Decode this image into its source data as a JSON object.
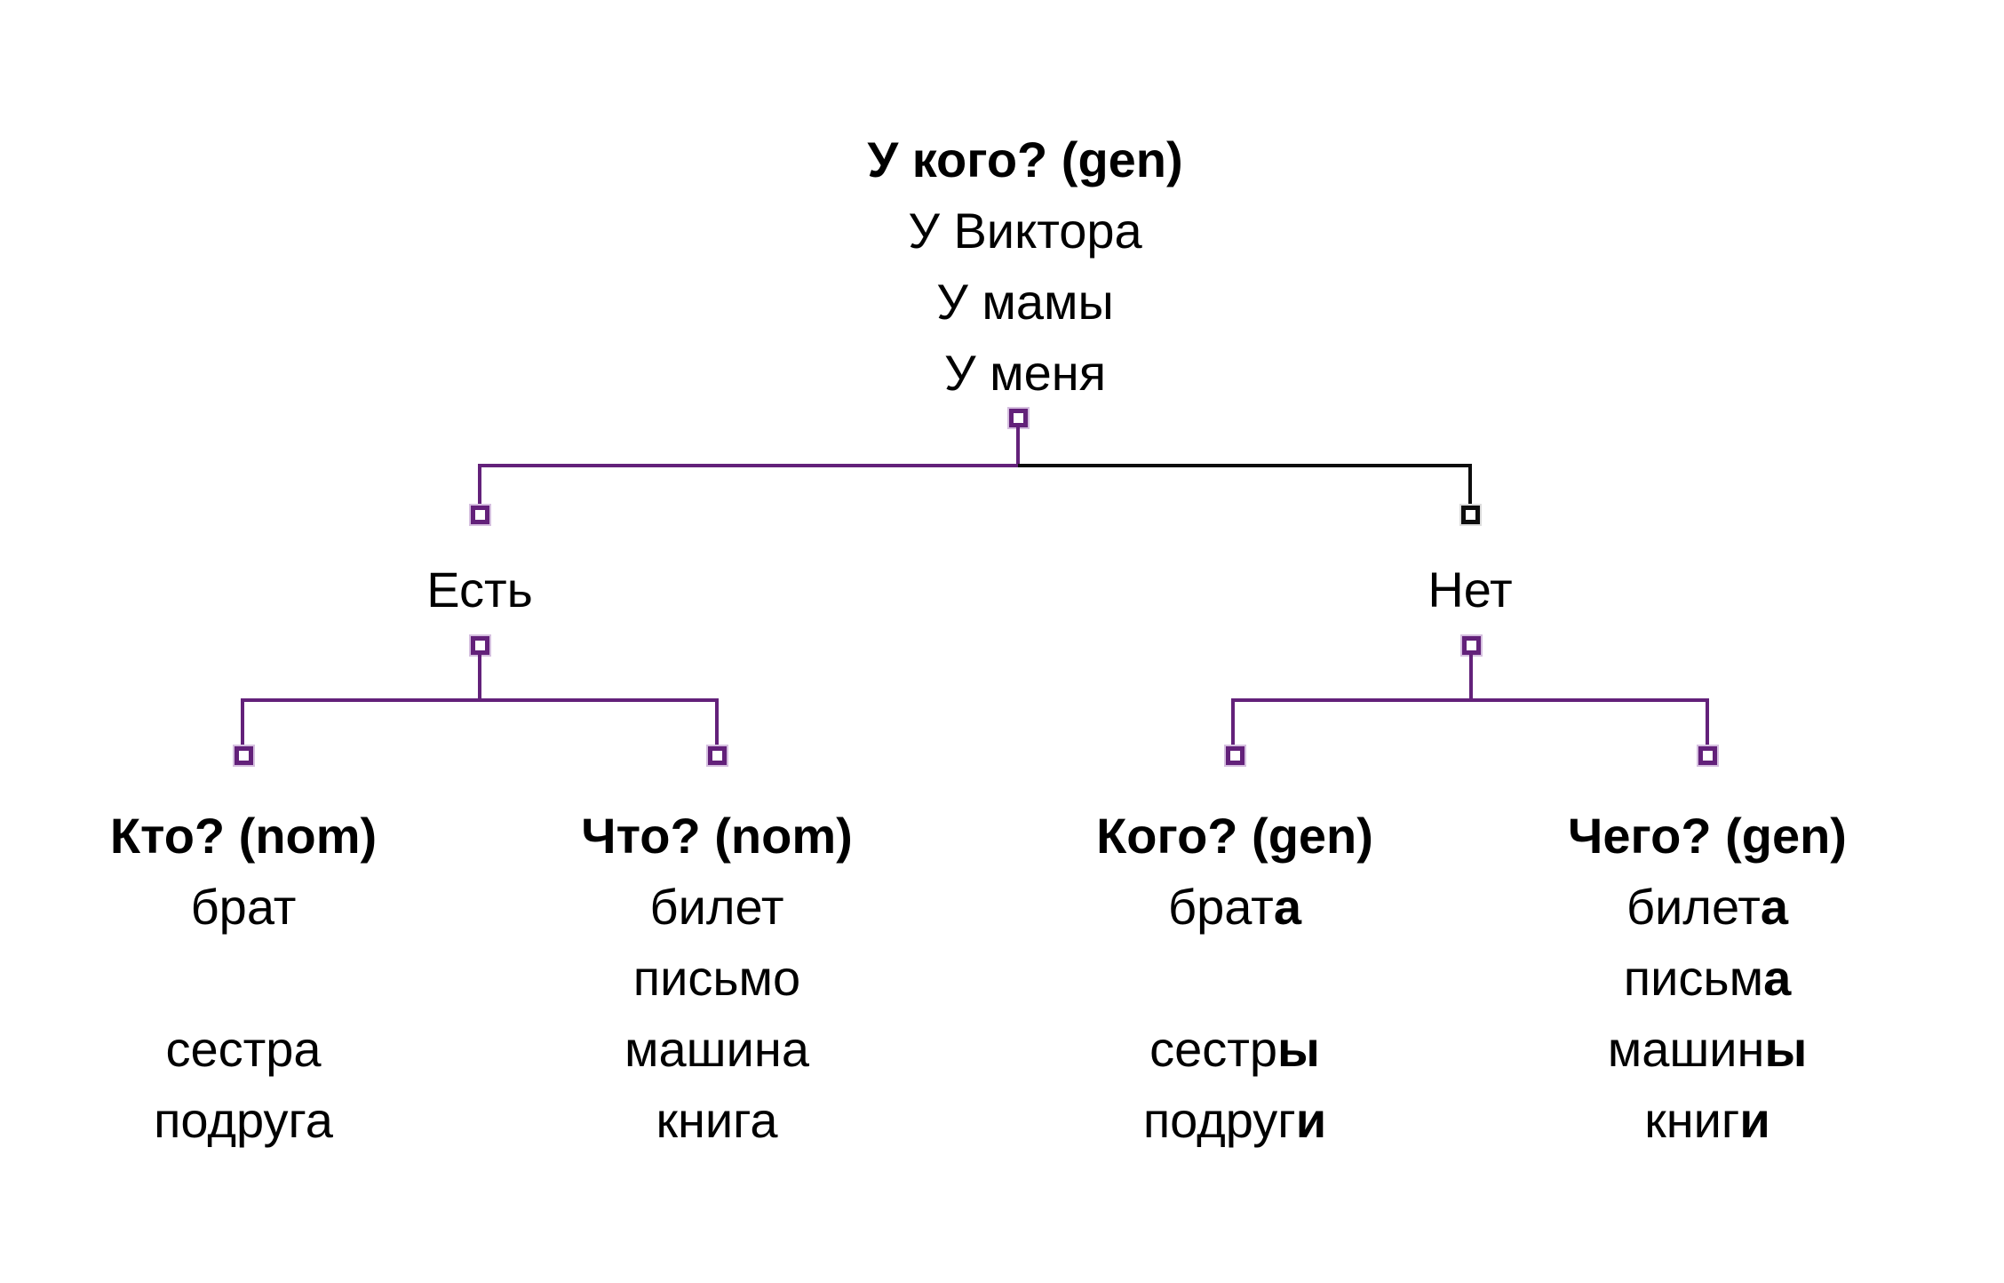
{
  "page": {
    "background": "#ffffff"
  },
  "colors": {
    "connector_purple": "#63217a",
    "connector_black": "#0d0d0d",
    "text": "#000000"
  },
  "root": {
    "question": "У кого? (gen)",
    "examples": [
      "У Виктора",
      "У мамы",
      "У меня"
    ]
  },
  "branches": {
    "est": {
      "label": "Есть",
      "columns": [
        {
          "header": "Кто? (nom)",
          "words": [
            {
              "stem": "брат",
              "ending": ""
            },
            {
              "stem": "",
              "ending": ""
            },
            {
              "stem": "сестра",
              "ending": ""
            },
            {
              "stem": "подруга",
              "ending": ""
            }
          ]
        },
        {
          "header": "Что? (nom)",
          "words": [
            {
              "stem": "билет",
              "ending": ""
            },
            {
              "stem": "письмо",
              "ending": ""
            },
            {
              "stem": "машина",
              "ending": ""
            },
            {
              "stem": "книга",
              "ending": ""
            }
          ]
        }
      ]
    },
    "net": {
      "label": "Нет",
      "columns": [
        {
          "header": "Кого? (gen)",
          "words": [
            {
              "stem": "брат",
              "ending": "а"
            },
            {
              "stem": "",
              "ending": ""
            },
            {
              "stem": "сестр",
              "ending": "ы"
            },
            {
              "stem": "подруг",
              "ending": "и"
            }
          ]
        },
        {
          "header": "Чего? (gen)",
          "words": [
            {
              "stem": "билет",
              "ending": "а"
            },
            {
              "stem": "письм",
              "ending": "а"
            },
            {
              "stem": "машин",
              "ending": "ы"
            },
            {
              "stem": "книг",
              "ending": "и"
            }
          ]
        }
      ]
    }
  }
}
